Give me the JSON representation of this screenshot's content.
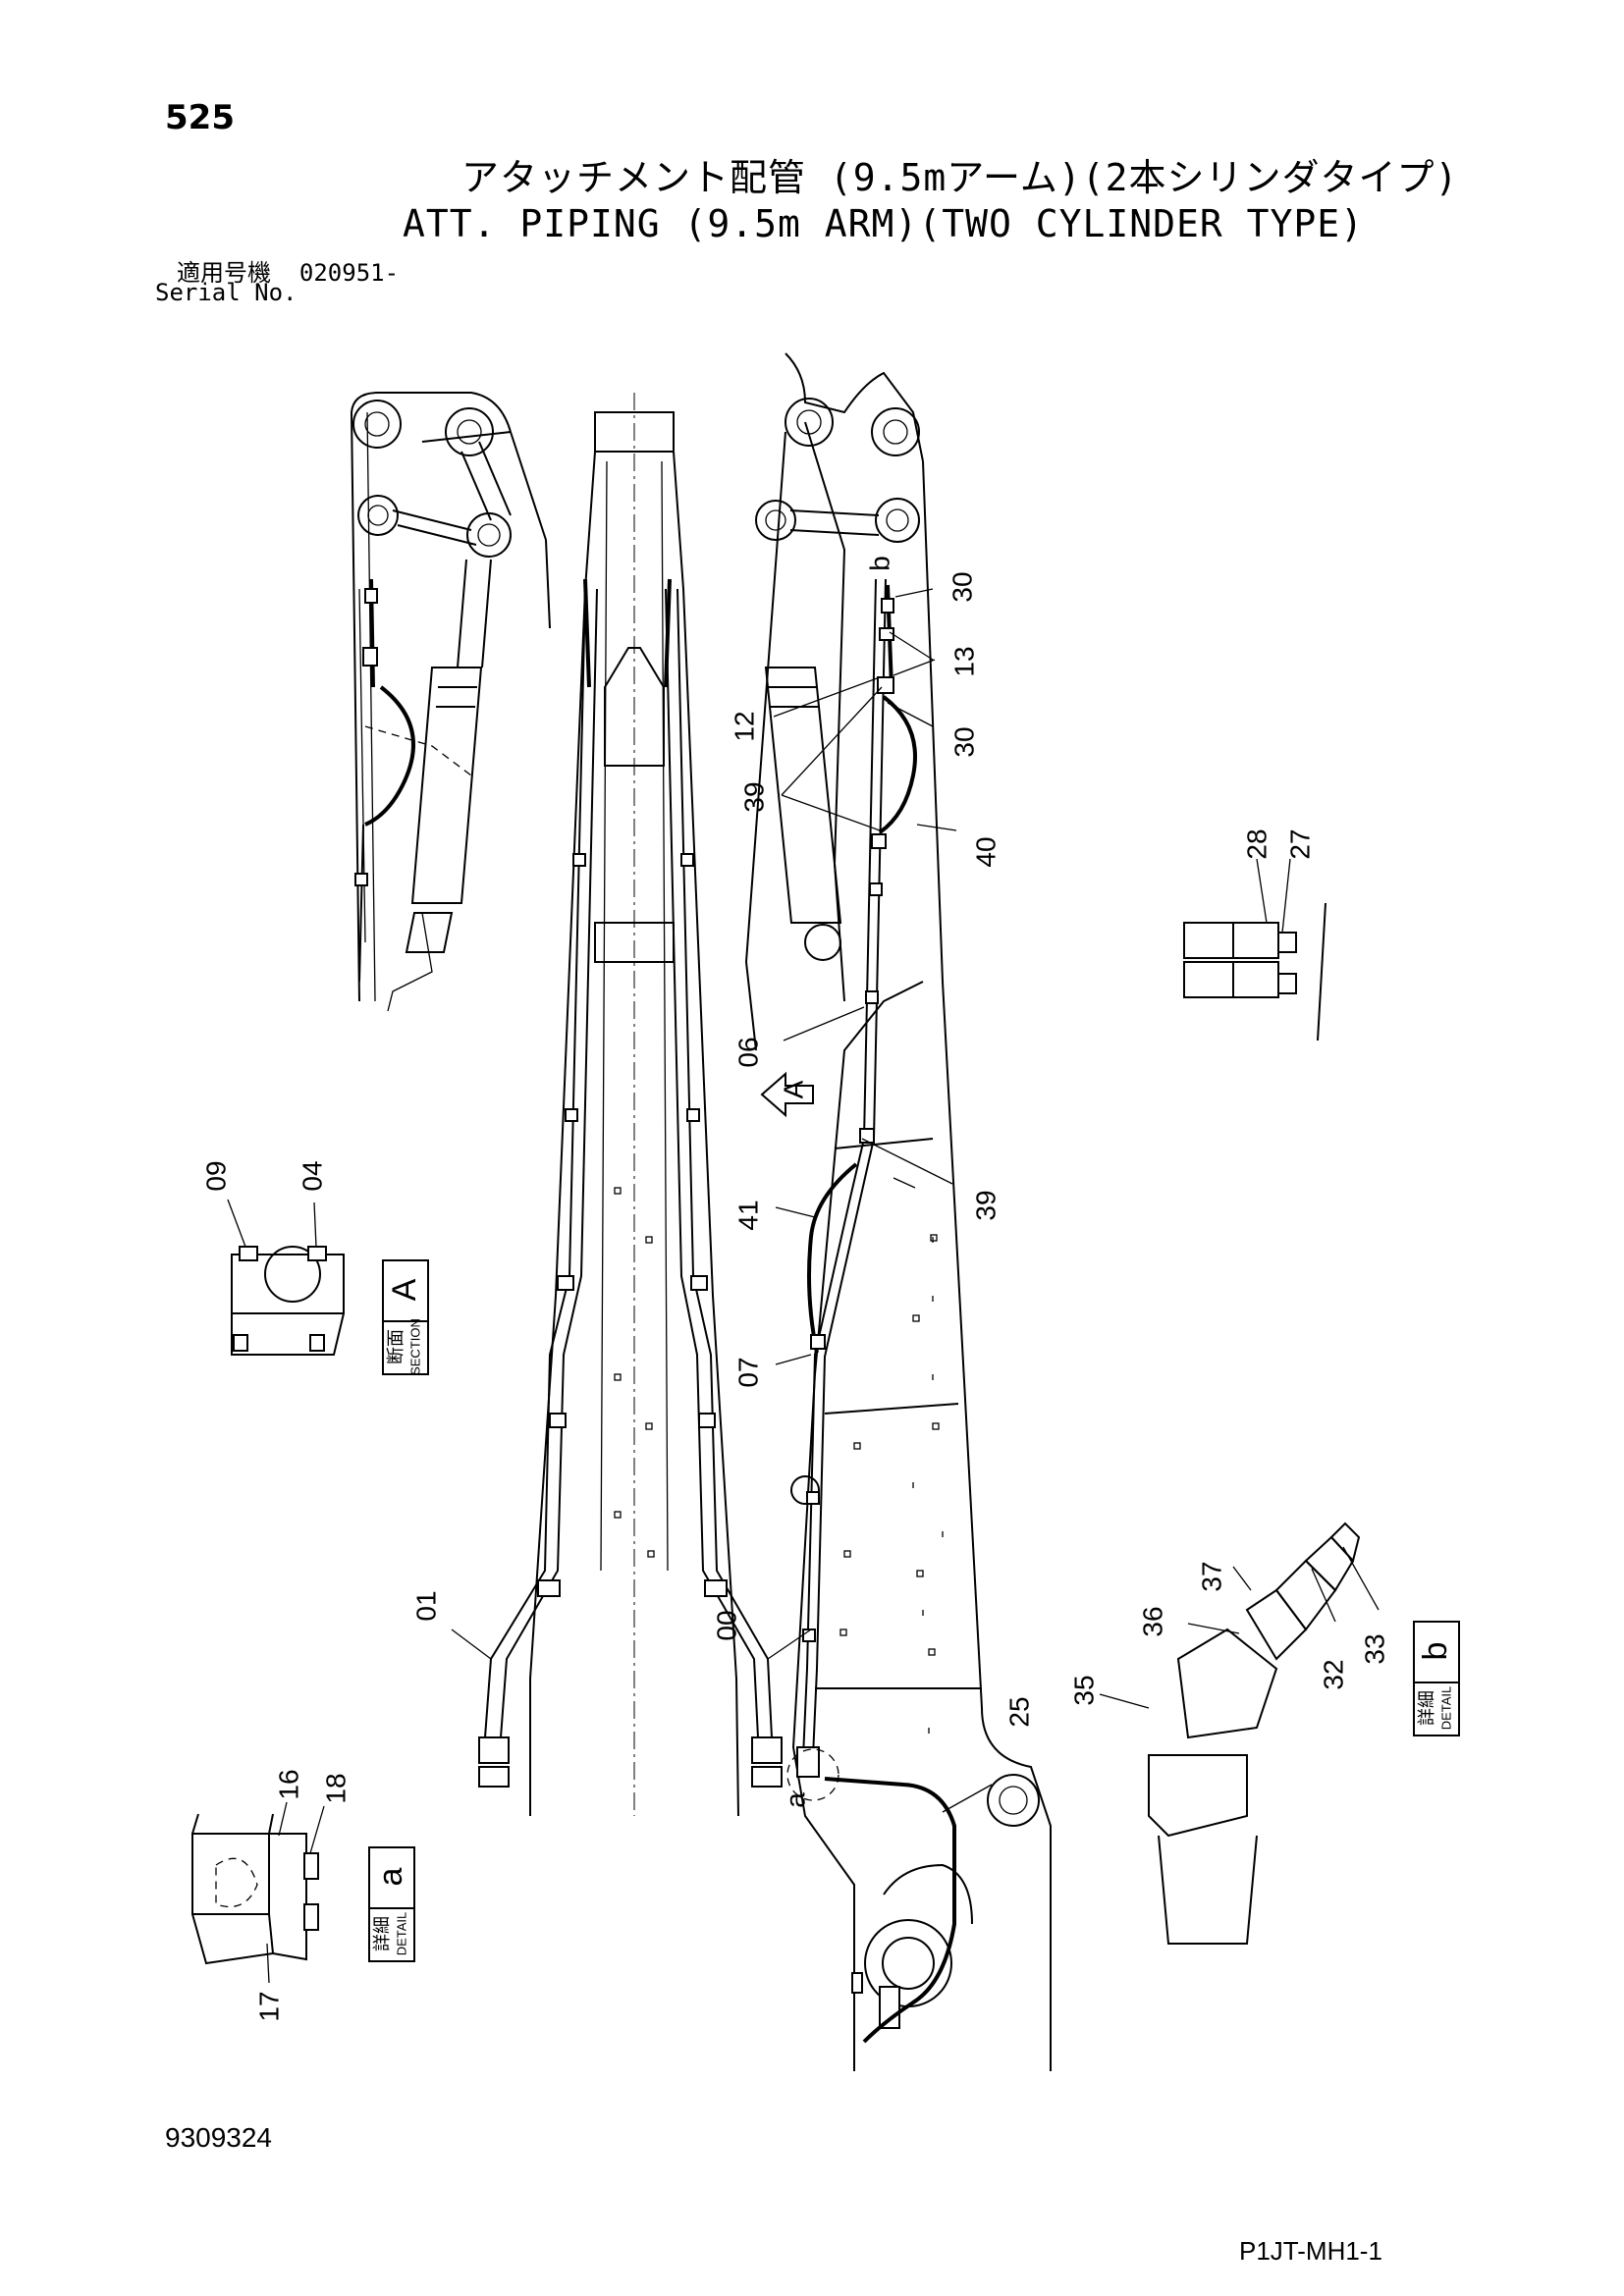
{
  "header": {
    "page_number": "525",
    "title_jp": "アタッチメント配管 (9.5mアーム)(2本シリンダタイプ)",
    "title_en": "ATT. PIPING (9.5m ARM)(TWO CYLINDER TYPE)",
    "serial_label_jp": "適用号機",
    "serial_value": "020951-",
    "serial_label_en": "Serial No."
  },
  "footer": {
    "drawing_number": "9309324",
    "page_code": "P1JT-MH1-1"
  },
  "boxes": {
    "section_a": {
      "jp": "断面",
      "en": "SECTION",
      "letter": "A"
    },
    "detail_a": {
      "jp": "詳細",
      "en": "DETAIL",
      "letter": "a"
    },
    "detail_b": {
      "jp": "詳細",
      "en": "DETAIL",
      "letter": "b"
    }
  },
  "view_markers": {
    "arrow_a": "A",
    "detail_a_marker": "a",
    "detail_b_marker": "b"
  },
  "callouts": {
    "c30_top": "30",
    "c13": "13",
    "c12": "12",
    "c30_mid": "30",
    "c39_top": "39",
    "c40": "40",
    "c28": "28",
    "c27": "27",
    "c06": "06",
    "c09": "09",
    "c04": "04",
    "c41": "41",
    "c39_mid": "39",
    "c07": "07",
    "c01": "01",
    "c00": "00",
    "c25": "25",
    "c37": "37",
    "c36": "36",
    "c33": "33",
    "c32": "32",
    "c35": "35",
    "c16": "16",
    "c18": "18",
    "c17": "17"
  }
}
